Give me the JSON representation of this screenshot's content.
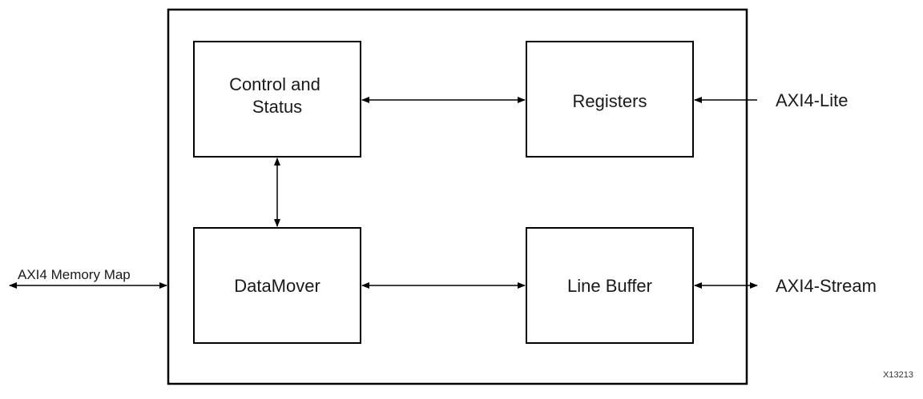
{
  "blocks": {
    "control_status": {
      "line1": "Control and",
      "line2": "Status"
    },
    "registers": {
      "label": "Registers"
    },
    "datamover": {
      "label": "DataMover"
    },
    "line_buffer": {
      "label": "Line Buffer"
    }
  },
  "ports": {
    "axi4_lite": "AXI4-Lite",
    "axi4_memory_map": "AXI4 Memory Map",
    "axi4_stream": "AXI4-Stream"
  },
  "figure_id": "X13213",
  "colors": {
    "stroke": "#000000",
    "text": "#1a1a1a",
    "background": "#ffffff"
  }
}
